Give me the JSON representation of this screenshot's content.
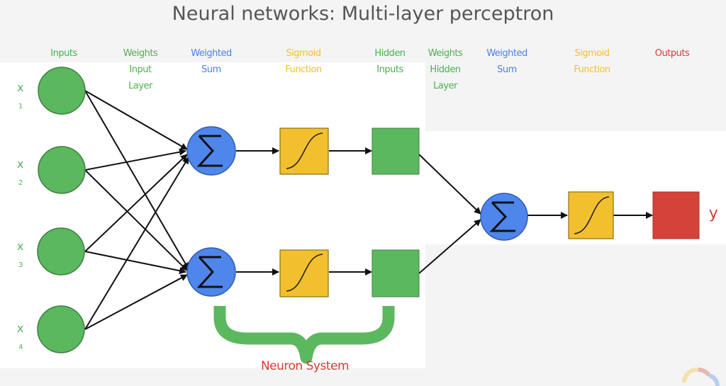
{
  "title": "Neural networks: Multi-layer perceptron",
  "column_labels": {
    "inputs": "Inputs",
    "weights_input_layer": "Weights\nInput\nLayer",
    "weighted_sum_1": "Weighted\nSum",
    "sigmoid_1": "Sigmoid\nFunction",
    "hidden_inputs": "Hidden\nInputs",
    "weights_hidden_layer": "Weights\nHidden\nLayer",
    "weighted_sum_2": "Weighted\nSum",
    "sigmoid_2": "Sigmoid\nFunction",
    "outputs": "Outputs"
  },
  "inputs": [
    {
      "symbol": "x",
      "index": "1"
    },
    {
      "symbol": "x",
      "index": "2"
    },
    {
      "symbol": "x",
      "index": "3"
    },
    {
      "symbol": "x",
      "index": "4"
    }
  ],
  "output_label": "y",
  "sum_symbol": "Σ",
  "bracket_label": "Neuron System",
  "colors": {
    "green": "#5cb85f",
    "blue": "#4f86ec",
    "yellow": "#f2c02e",
    "red": "#d5423a",
    "arrow": "#111111"
  }
}
